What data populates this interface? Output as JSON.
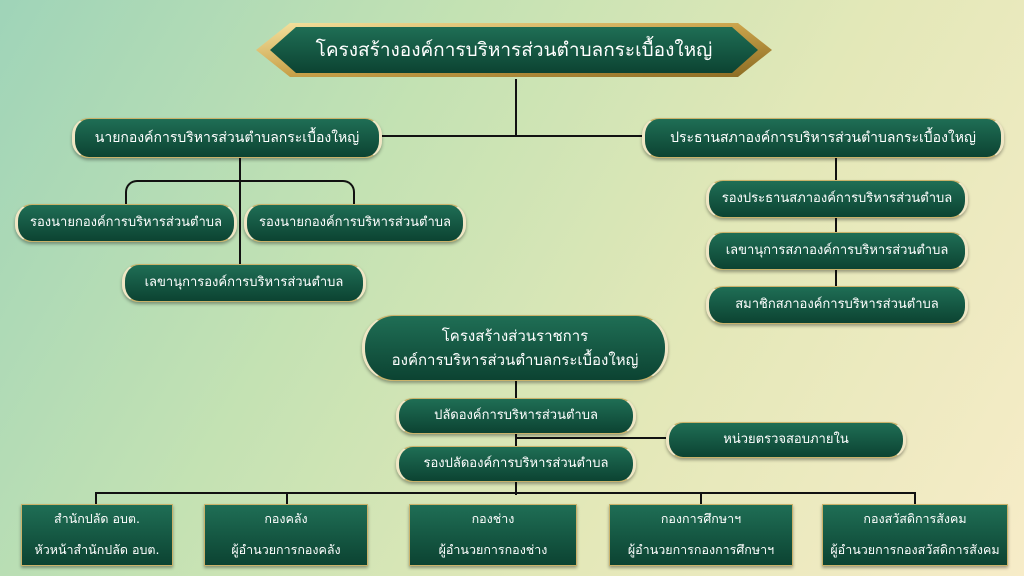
{
  "title": "โครงสร้างองค์การบริหารส่วนตำบลกระเบื้องใหญ่",
  "mayor": "นายกองค์การบริหารส่วนตำบลกระเบื้องใหญ่",
  "council_president": "ประธานสภาองค์การบริหารส่วนตำบลกระเบื้องใหญ่",
  "deputy_mayor_1": "รองนายกองค์การบริหารส่วนตำบล",
  "deputy_mayor_2": "รองนายกองค์การบริหารส่วนตำบล",
  "mayor_secretary": "เลขานุการองค์การบริหารส่วนตำบล",
  "council_vice_president": "รองประธานสภาองค์การบริหารส่วนตำบล",
  "council_secretary": "เลขานุการสภาองค์การบริหารส่วนตำบล",
  "council_member": "สมาชิกสภาองค์การบริหารส่วนตำบล",
  "civil_structure": {
    "line1": "โครงสร้างส่วนราชการ",
    "line2": "องค์การบริหารส่วนตำบลกระเบื้องใหญ่"
  },
  "chief_admin": "ปลัดองค์การบริหารส่วนตำบล",
  "deputy_chief_admin": "รองปลัดองค์การบริหารส่วนตำบล",
  "internal_audit": "หน่วยตรวจสอบภายใน",
  "departments": [
    {
      "name": "สำนักปลัด อบต.",
      "head": "หัวหน้าสำนักปลัด อบต."
    },
    {
      "name": "กองคลัง",
      "head": "ผู้อำนวยการกองคลัง"
    },
    {
      "name": "กองช่าง",
      "head": "ผู้อำนวยการกองช่าง"
    },
    {
      "name": "กองการศึกษาฯ",
      "head": "ผู้อำนวยการกองการศึกษาฯ"
    },
    {
      "name": "กองสวัสดิการสังคม",
      "head": "ผู้อำนวยการกองสวัสดิการสังคม"
    }
  ],
  "colors": {
    "box_top": "#1f6e55",
    "box_bottom": "#0c4332",
    "gold": "#c9a24a",
    "connector": "#111111"
  }
}
